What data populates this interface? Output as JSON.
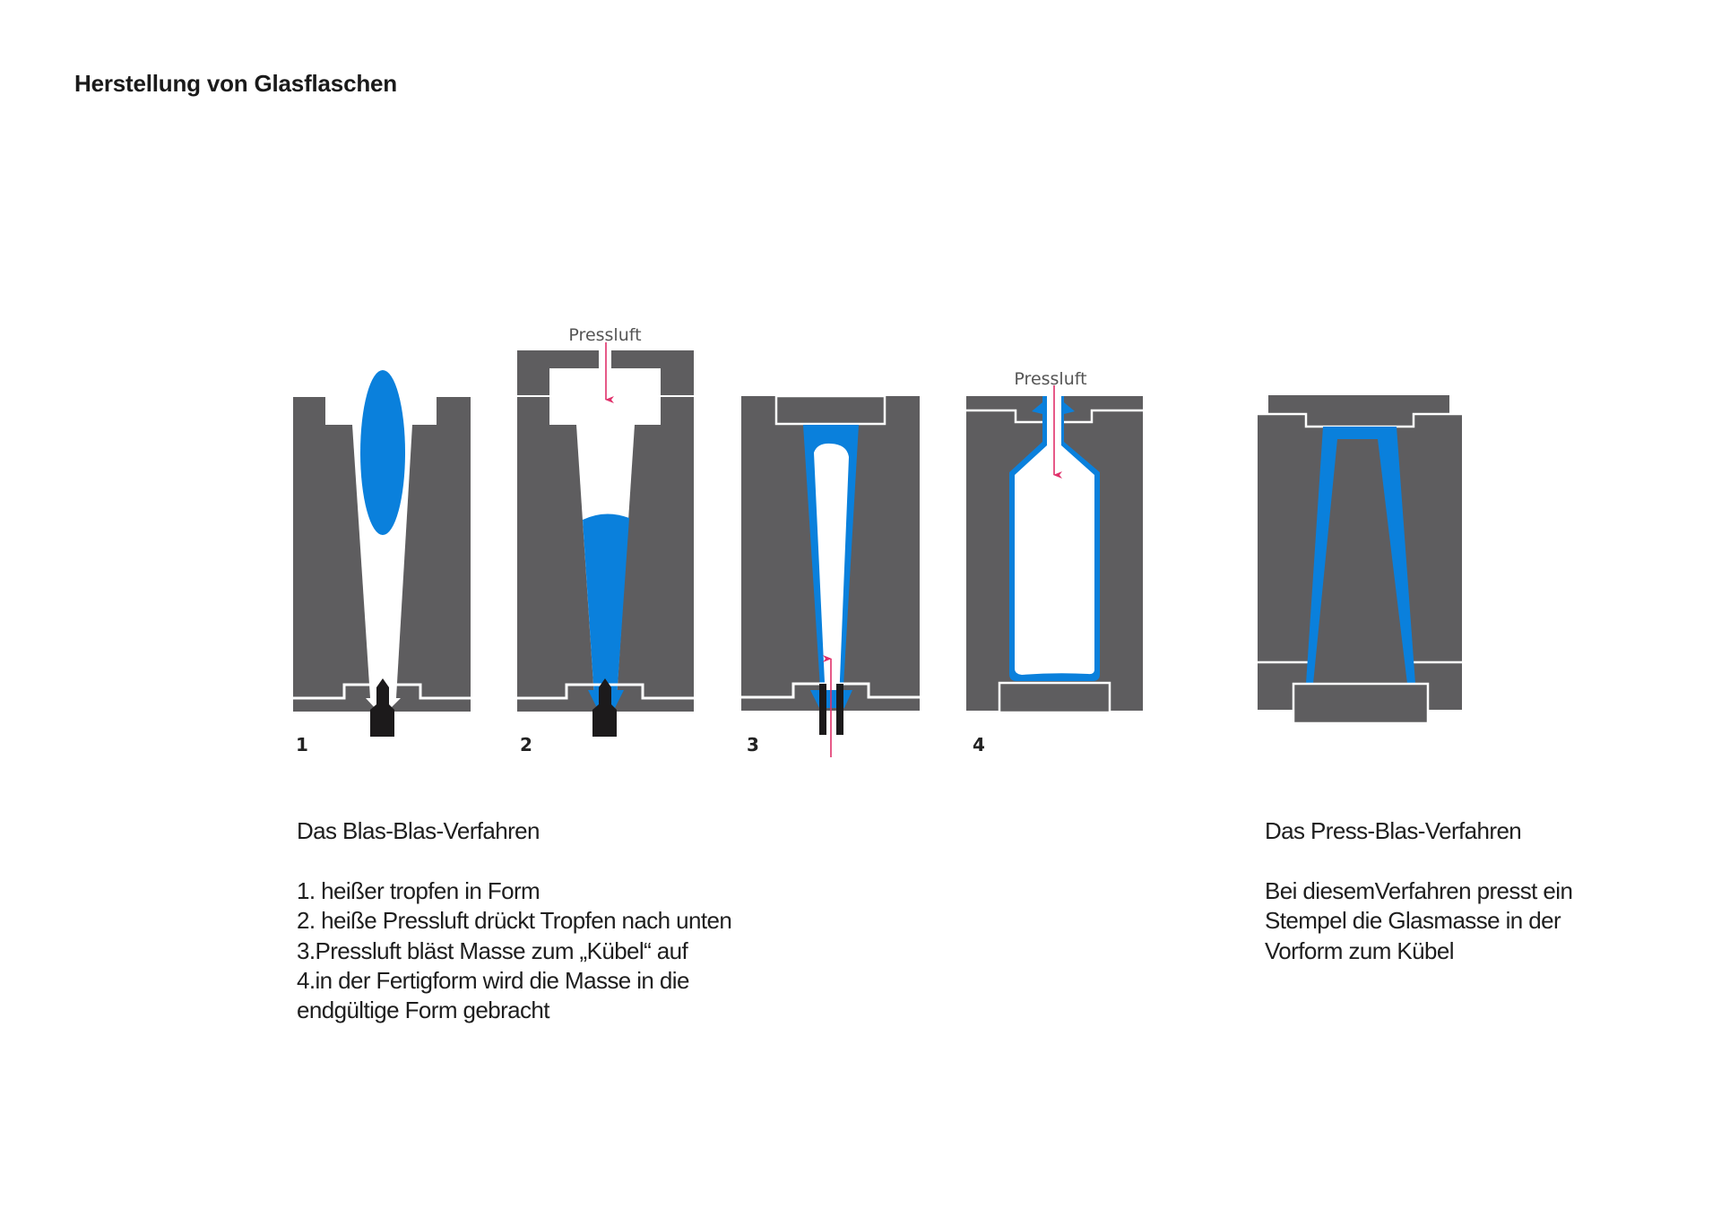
{
  "title": "Herstellung von Glasflaschen",
  "colors": {
    "mold": "#5e5d5f",
    "glass": "#0a80dc",
    "arrow": "#e0306a",
    "plug": "#1c1a1b"
  },
  "diagram": {
    "steps": [
      {
        "number": "1"
      },
      {
        "number": "2",
        "label": "Pressluft"
      },
      {
        "number": "3"
      },
      {
        "number": "4",
        "label": "Pressluft"
      },
      {
        "number": ""
      }
    ]
  },
  "blas_blas": {
    "heading": "Das Blas-Blas-Verfahren",
    "lines": [
      "1. heißer tropfen in Form",
      "2. heiße Pressluft drückt Tropfen nach unten",
      "3.Pressluft bläst Masse zum „Kübel“ auf",
      "4.in der Fertigform wird die Masse in die",
      "endgültige Form gebracht"
    ]
  },
  "press_blas": {
    "heading": "Das Press-Blas-Verfahren",
    "lines": [
      "Bei diesemVerfahren presst ein",
      "Stempel die Glasmasse in der",
      "Vorform zum Kübel"
    ]
  }
}
